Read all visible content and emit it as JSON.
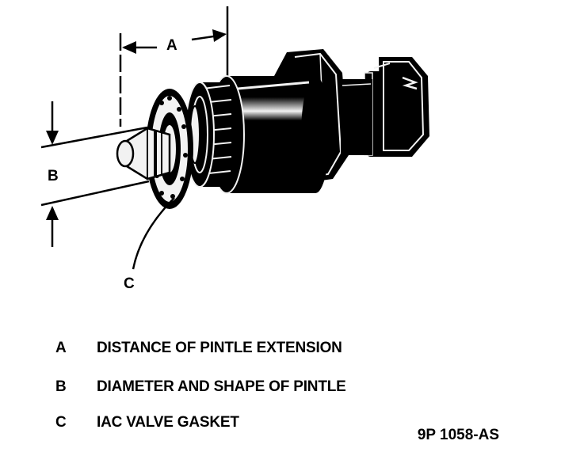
{
  "callouts": {
    "a": "A",
    "b": "B",
    "c": "C"
  },
  "legend": [
    {
      "key": "A",
      "text": "DISTANCE OF PINTLE EXTENSION"
    },
    {
      "key": "B",
      "text": "DIAMETER AND SHAPE OF PINTLE"
    },
    {
      "key": "C",
      "text": "IAC VALVE GASKET"
    }
  ],
  "figure_number": "9P 1058-AS",
  "colors": {
    "ink": "#000000",
    "paper": "#ffffff",
    "highlight": "#f2f2f2"
  }
}
